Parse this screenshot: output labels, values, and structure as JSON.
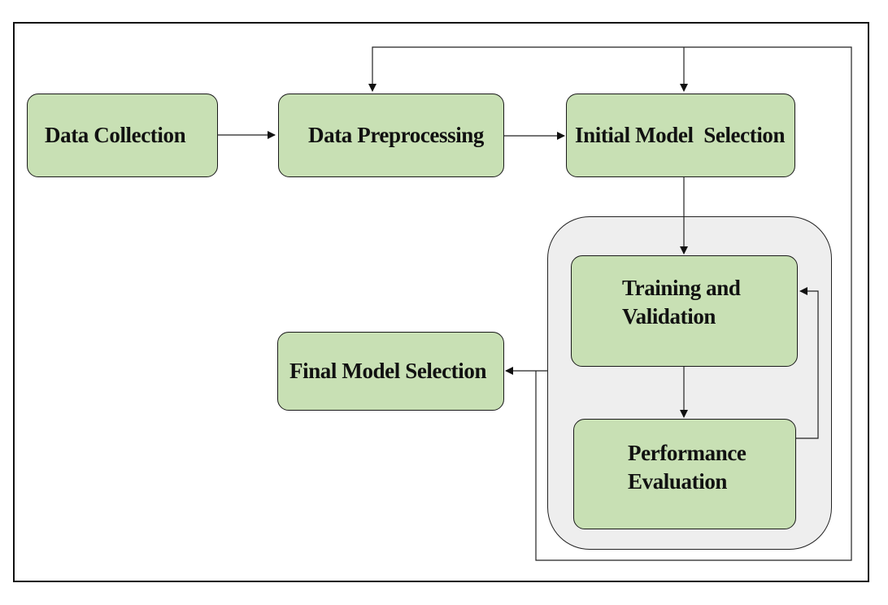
{
  "nodes": {
    "data_collection": {
      "label": "Data Collection"
    },
    "data_preprocessing": {
      "label": "Data Preprocessing"
    },
    "initial_model_selection": {
      "label": "Initial Model  Selection"
    },
    "training_validation": {
      "label_line1": "Training and",
      "label_line2": "Validation"
    },
    "performance_evaluation": {
      "label_line1": "Performance",
      "label_line2": "Evaluation"
    },
    "final_model_selection": {
      "label": "Final Model Selection"
    }
  },
  "colors": {
    "node_fill": "#c8e0b4",
    "group_fill": "#eeeeee",
    "stroke": "#1a1a1a"
  }
}
